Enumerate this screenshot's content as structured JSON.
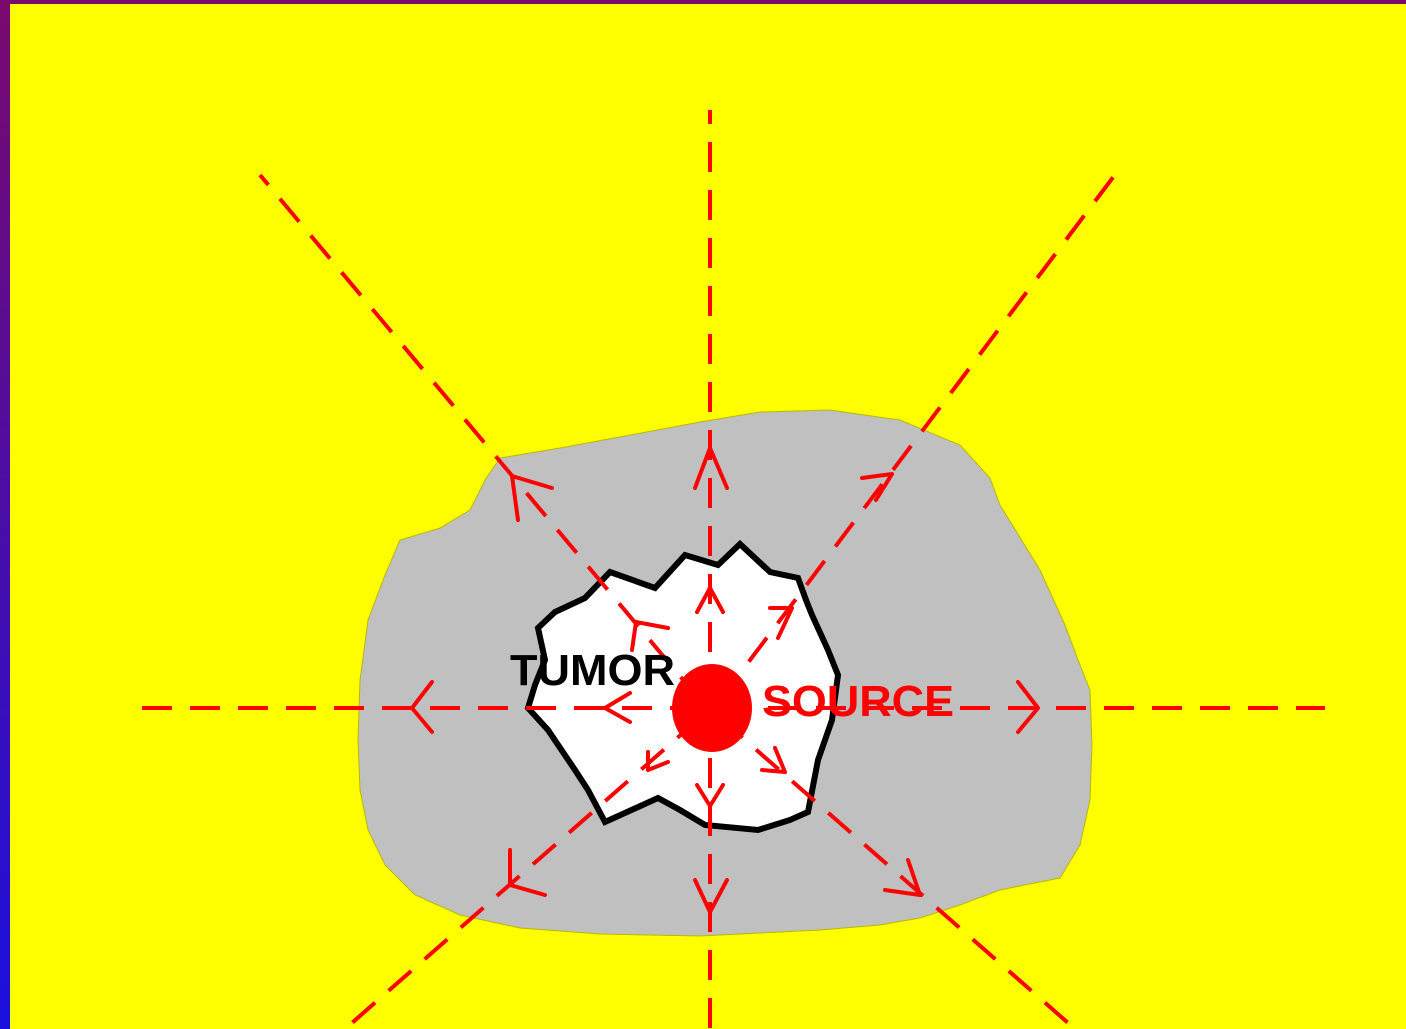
{
  "diagram": {
    "labels": {
      "tumor": "TUMOR",
      "source": "SOURCE"
    },
    "colors": {
      "background": "#ffff00",
      "left_border_top": "#7a0a6e",
      "left_border_bottom": "#1a10e0",
      "tissue_region": "#c0c0c0",
      "tumor_fill": "#ffffff",
      "tumor_outline": "#000000",
      "radiation": "#ff0000"
    },
    "description_marks": {
      "ray_count": 8,
      "arrows_per_ray": 2
    }
  }
}
